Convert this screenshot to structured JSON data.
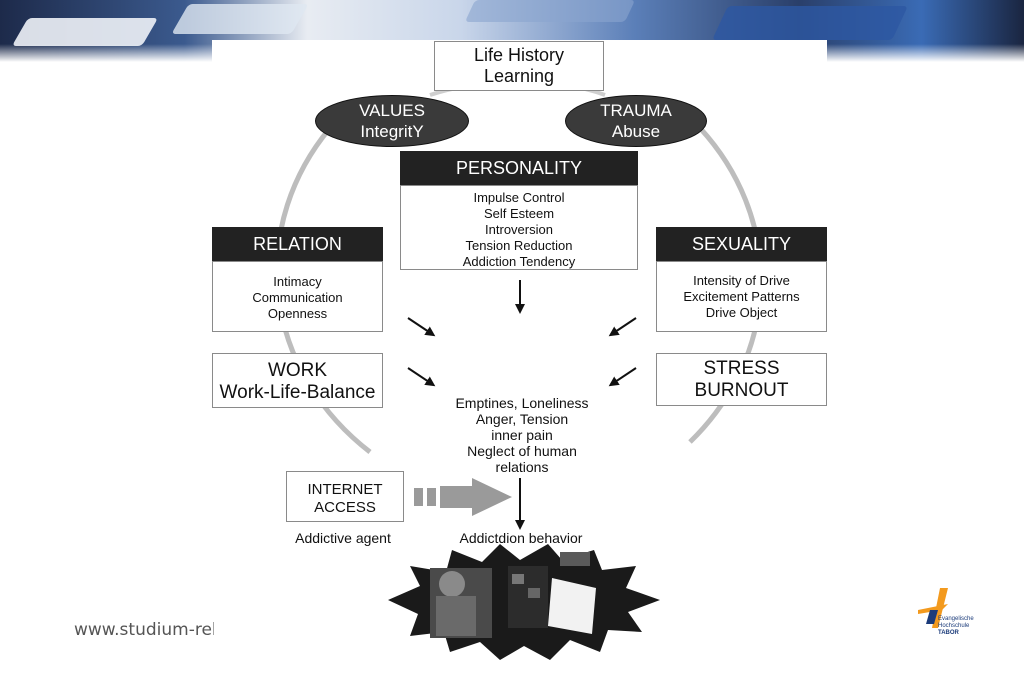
{
  "top_box": {
    "line1": "Life History",
    "line2": "Learning"
  },
  "values": {
    "line1": "VALUES",
    "line2": "IntegritY"
  },
  "trauma": {
    "line1": "TRAUMA",
    "line2": "Abuse"
  },
  "personality": {
    "title": "PERSONALITY",
    "items": [
      "Impulse Control",
      "Self Esteem",
      "Introversion",
      "Tension Reduction",
      "Addiction Tendency"
    ]
  },
  "relation": {
    "title": "RELATION",
    "items": [
      "Intimacy",
      "Communication",
      "Openness"
    ]
  },
  "sexuality": {
    "title": "SEXUALITY",
    "items": [
      "Intensity of Drive",
      "Excitement Patterns",
      "Drive Object"
    ]
  },
  "work": {
    "line1": "WORK",
    "line2": "Work-Life-Balance"
  },
  "stress": {
    "line1": "STRESS",
    "line2": "BURNOUT"
  },
  "center": {
    "lines": [
      "Emptines, Loneliness",
      "Anger, Tension",
      "inner pain",
      "Neglect of human",
      "relations"
    ]
  },
  "internet": {
    "line1": "INTERNET",
    "line2": "ACCESS",
    "caption": "Addictive agent"
  },
  "outcome": {
    "label": "Addictdion behavior"
  },
  "footer": {
    "website": "www.studium-relig"
  },
  "logo": {
    "line1": "Evangelische",
    "line2": "Hochschule",
    "line3": "TABOR"
  },
  "colors": {
    "header_bg": "#222222",
    "ellipse_bg": "#3a3a3a",
    "logo_blue": "#1b3b7a",
    "logo_orange": "#f39a1e"
  }
}
